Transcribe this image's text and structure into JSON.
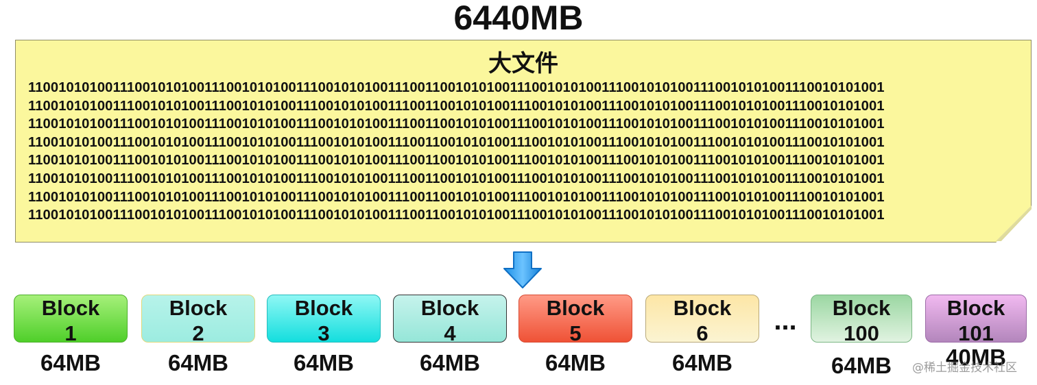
{
  "title": "6440MB",
  "file": {
    "label": "大文件",
    "binary_lines": [
      "1100101010011100101010011100101010011100101010011100110010101001110010101001110010101001110010101001110010101001",
      "1100101010011100101010011100101010011100101010011100110010101001110010101001110010101001110010101001110010101001",
      "1100101010011100101010011100101010011100101010011100110010101001110010101001110010101001110010101001110010101001",
      "1100101010011100101010011100101010011100101010011100110010101001110010101001110010101001110010101001110010101001",
      "1100101010011100101010011100101010011100101010011100110010101001110010101001110010101001110010101001110010101001",
      "1100101010011100101010011100101010011100101010011100110010101001110010101001110010101001110010101001110010101001",
      "1100101010011100101010011100101010011100101010011100110010101001110010101001110010101001110010101001110010101001",
      "1100101010011100101010011100101010011100101010011100110010101001110010101001110010101001110010101001110010101001"
    ]
  },
  "arrow_icon": "down-arrow-icon",
  "ellipsis": "...",
  "blocks": [
    {
      "name": "Block",
      "number": "1",
      "size": "64MB",
      "color_top": "#a6f07a",
      "color_bottom": "#4fcf2a",
      "border": "#4caf2a"
    },
    {
      "name": "Block",
      "number": "2",
      "size": "64MB",
      "color_top": "#b7f3ea",
      "color_bottom": "#9cece0",
      "border": "#e0d87a"
    },
    {
      "name": "Block",
      "number": "3",
      "size": "64MB",
      "color_top": "#8ff7f4",
      "color_bottom": "#14dede",
      "border": "#22bcbc"
    },
    {
      "name": "Block",
      "number": "4",
      "size": "64MB",
      "color_top": "#c6f3ec",
      "color_bottom": "#95e6d8",
      "border": "#333333"
    },
    {
      "name": "Block",
      "number": "5",
      "size": "64MB",
      "color_top": "#ff9a86",
      "color_bottom": "#ef5236",
      "border": "#d84a32"
    },
    {
      "name": "Block",
      "number": "6",
      "size": "64MB",
      "color_top": "#fde6a6",
      "color_bottom": "#fbf4d2",
      "border": "#b8a878"
    },
    {
      "name": "Block",
      "number": "100",
      "size": "64MB",
      "color_top": "#9bd7a2",
      "color_bottom": "#e1f3e1",
      "border": "#7ab583"
    },
    {
      "name": "Block",
      "number": "101",
      "size": "40MB",
      "color_top": "#f1b9f0",
      "color_bottom": "#b386bc",
      "border": "#9b6aa6"
    }
  ],
  "watermark": "@稀土掘金技术社区"
}
